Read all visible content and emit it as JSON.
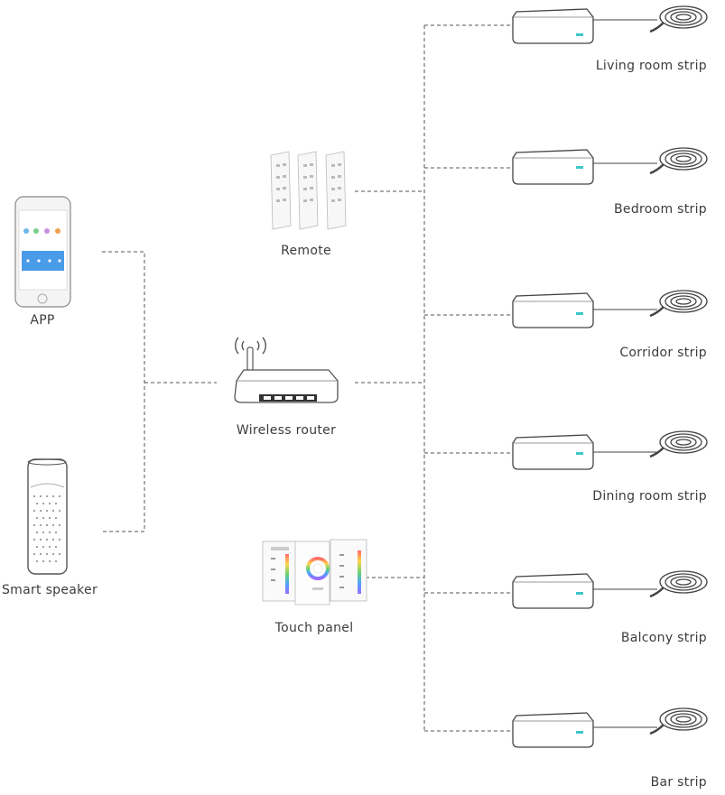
{
  "labels": {
    "app": "APP",
    "smart_speaker": "Smart speaker",
    "remote": "Remote",
    "wireless_router": "Wireless router",
    "touch_panel": "Touch panel"
  },
  "strips": [
    {
      "label": "Living room strip"
    },
    {
      "label": "Bedroom strip"
    },
    {
      "label": "Corridor strip"
    },
    {
      "label": "Dining room strip"
    },
    {
      "label": "Balcony strip"
    },
    {
      "label": "Bar strip"
    }
  ],
  "colors": {
    "line": "#555555",
    "device_stroke": "#444444",
    "led_indicator": "#3dc6c8",
    "app_accent": "#3d8fe0"
  }
}
